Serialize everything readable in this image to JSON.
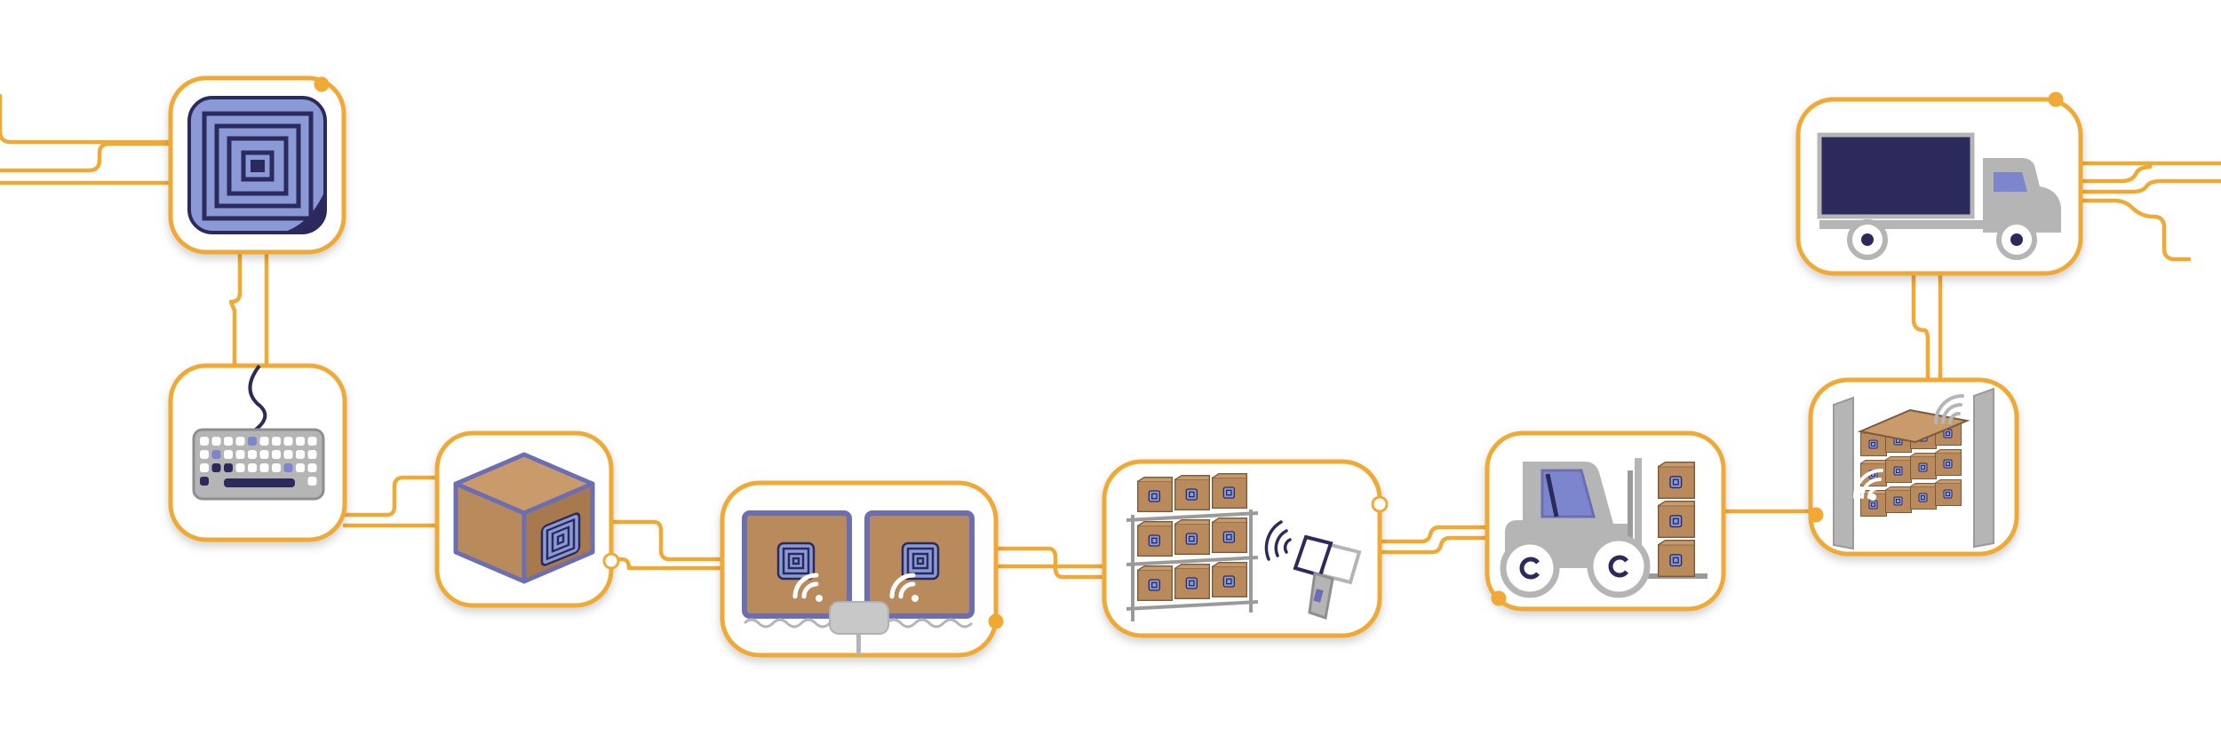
{
  "colors": {
    "wire": "#f0a935",
    "frame_fill": "#ffffff",
    "navy": "#2c2a5c",
    "purple_outline": "#6b6eb3",
    "tag_blue": "#8a9ad6",
    "box_brown": "#b88a5c",
    "grey": "#b5b5b5",
    "dark_grey": "#8e8e8e",
    "key_light": "#ffffff",
    "key_accent": "#7b86cc"
  },
  "nodes": [
    {
      "id": "rfid-tag",
      "icon": "rfid-tag-icon"
    },
    {
      "id": "keyboard",
      "icon": "keyboard-icon"
    },
    {
      "id": "tagged-box",
      "icon": "tagged-box-icon"
    },
    {
      "id": "conveyor-reader",
      "icon": "conveyor-reader-icon"
    },
    {
      "id": "warehouse-shelf",
      "icon": "shelf-and-handheld-reader-icon"
    },
    {
      "id": "forklift",
      "icon": "forklift-icon"
    },
    {
      "id": "portal-reader",
      "icon": "pallet-portal-reader-icon"
    },
    {
      "id": "delivery-truck",
      "icon": "truck-icon"
    }
  ]
}
